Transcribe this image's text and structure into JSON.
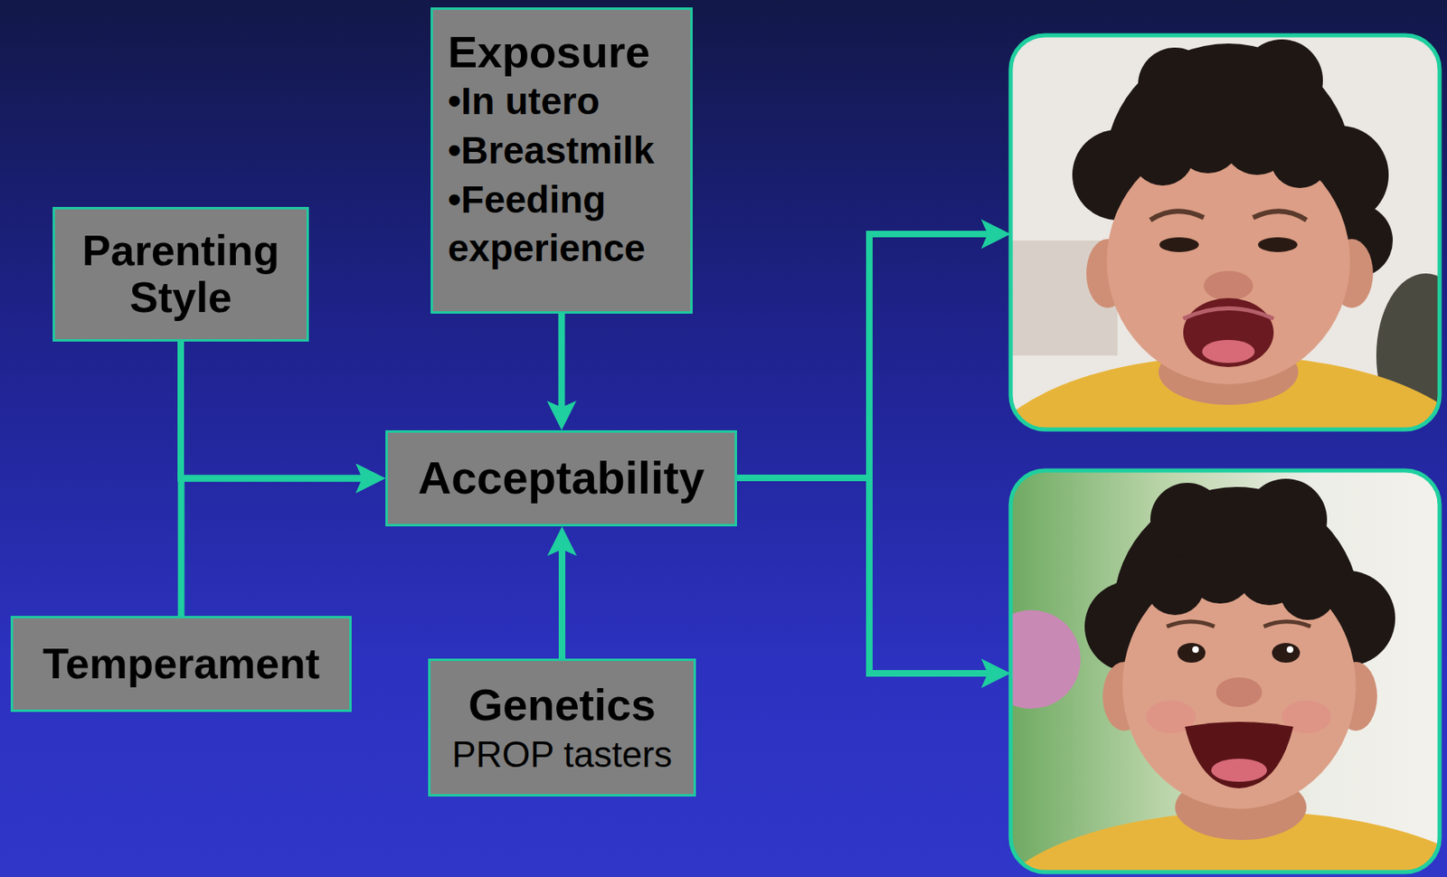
{
  "diagram": {
    "nodes": [
      {
        "text": [
          "Exposure",
          "•In utero",
          "•Breastmilk",
          "•Feeding experience"
        ]
      },
      {
        "text": [
          "Parenting Style"
        ]
      },
      {
        "text": [
          "Acceptability"
        ]
      },
      {
        "text": [
          "Temperament"
        ]
      },
      {
        "text": [
          "Genetics",
          "PROP tasters"
        ]
      }
    ],
    "edges": [
      {
        "from": 0,
        "to": 2,
        "arrow": "to"
      },
      {
        "from": 1,
        "to": 2,
        "arrow": "to"
      },
      {
        "from": 3,
        "to": 2,
        "arrow": "to"
      },
      {
        "from": 4,
        "to": 2,
        "arrow": "to"
      }
    ]
  }
}
